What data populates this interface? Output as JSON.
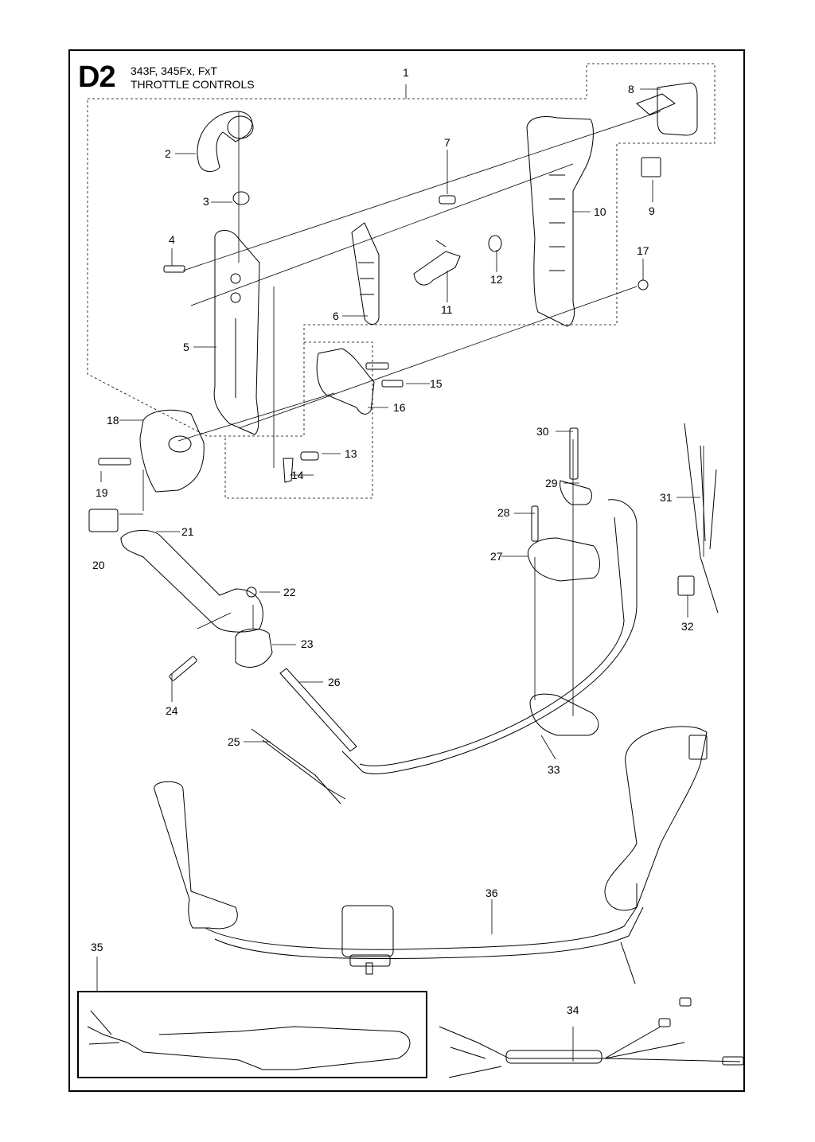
{
  "header": {
    "section_code": "D2",
    "models": "343F, 345Fx, FxT",
    "title": "THROTTLE CONTROLS"
  },
  "callouts": [
    "1",
    "2",
    "3",
    "4",
    "5",
    "6",
    "7",
    "8",
    "9",
    "10",
    "11",
    "12",
    "13",
    "14",
    "15",
    "16",
    "17",
    "18",
    "19",
    "20",
    "21",
    "22",
    "23",
    "24",
    "25",
    "26",
    "27",
    "28",
    "29",
    "30",
    "31",
    "32",
    "33",
    "34",
    "35",
    "36"
  ]
}
